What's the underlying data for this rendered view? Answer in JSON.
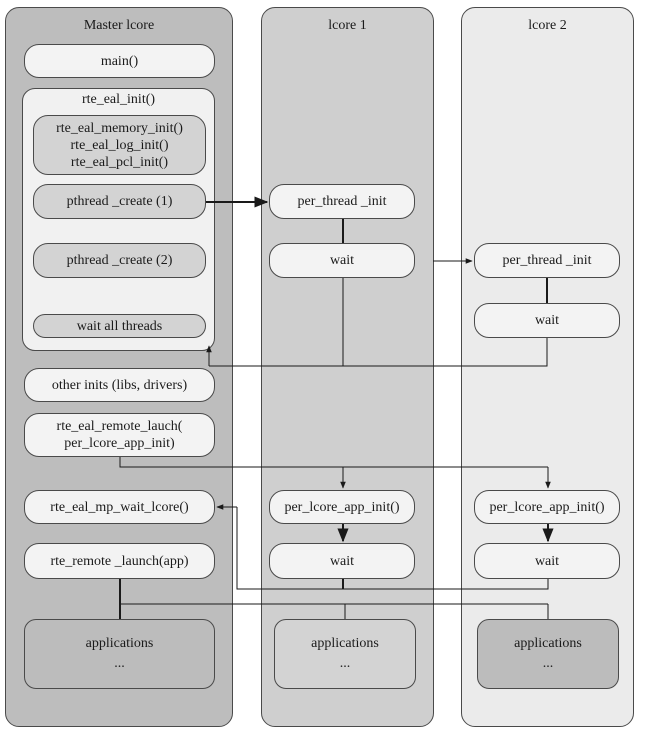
{
  "columns": {
    "master": {
      "title": "Master lcore"
    },
    "icore1": {
      "title": "lcore 1"
    },
    "icore2": {
      "title": "lcore 2"
    }
  },
  "master": {
    "main": "main()",
    "eal_init": {
      "title": "rte_eal_init()",
      "sub_inits": [
        "rte_eal_memory_init()",
        "rte_eal_log_init()",
        "rte_eal_pcl_init()"
      ],
      "pthread_create_1": "pthread _create (1)",
      "pthread_create_2": "pthread _create (2)",
      "wait_all": "wait all threads"
    },
    "other_inits": "other inits (libs, drivers)",
    "remote_launch": [
      "rte_eal_remote_lauch(",
      "per_lcore_app_init)"
    ],
    "mp_wait": "rte_eal_mp_wait_lcore()",
    "remote_launch_app": "rte_remote _launch(app)",
    "applications": [
      "applications",
      "..."
    ]
  },
  "icore1": {
    "per_thread_init": "per_thread _init",
    "wait_1": "wait",
    "per_lcore_app_init": "per_lcore_app_init()",
    "wait_2": "wait",
    "applications": [
      "applications",
      "..."
    ]
  },
  "icore2": {
    "per_thread_init": "per_thread _init",
    "wait_1": "wait",
    "per_lcore_app_init": "per_lcore_app_init()",
    "wait_2": "wait",
    "applications": [
      "applications",
      "..."
    ]
  },
  "colors": {
    "master_column": "#bdbdbd",
    "lcore1_column": "#cfcfcf",
    "lcore2_column": "#ebebeb",
    "light_box": "#f3f3f3",
    "mid_box": "#d3d3d3",
    "line": "#1a1a1a"
  }
}
